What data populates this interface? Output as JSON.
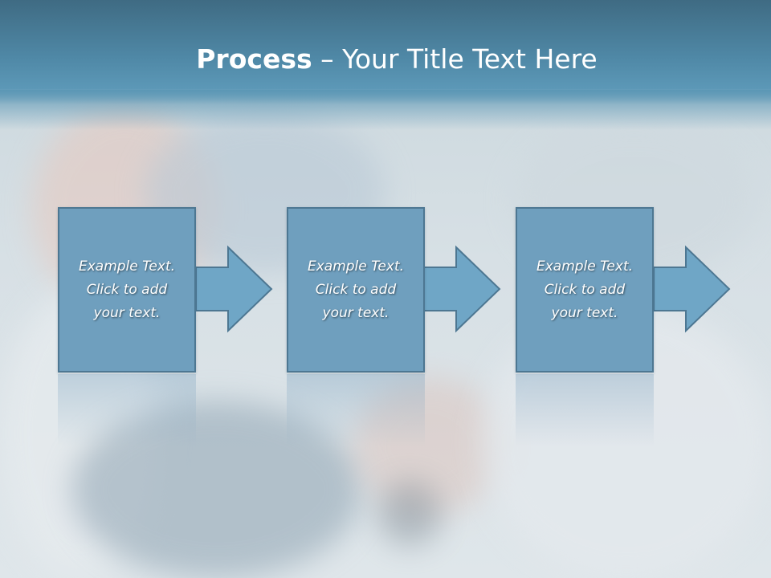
{
  "title": {
    "bold": "Process",
    "rest": " – Your Title Text Here"
  },
  "steps": [
    {
      "lines": [
        "Example Text.",
        "Click  to add",
        "your text."
      ]
    },
    {
      "lines": [
        "Example Text.",
        "Click  to add",
        "your text."
      ]
    },
    {
      "lines": [
        "Example Text.",
        "Click  to add",
        "your text."
      ]
    }
  ],
  "colors": {
    "title_bar": "#4f88a6",
    "box_fill": "#6f9fbe",
    "box_border": "#4d7792",
    "arrow_fill": "#6fa6c6"
  }
}
